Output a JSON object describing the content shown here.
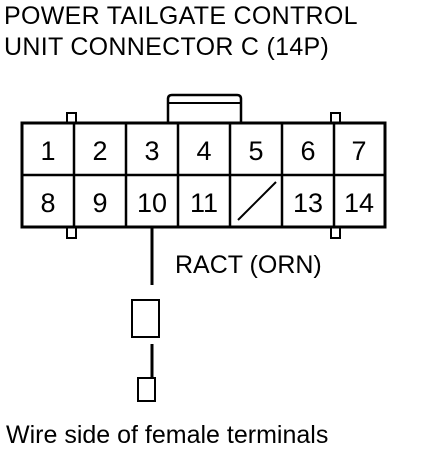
{
  "title": {
    "line1": "POWER TAILGATE CONTROL",
    "line2": "UNIT CONNECTOR C (14P)"
  },
  "connector": {
    "top_row": [
      "1",
      "2",
      "3",
      "4",
      "5",
      "6",
      "7"
    ],
    "bottom_row": [
      "8",
      "9",
      "10",
      "11",
      "",
      "13",
      "14"
    ],
    "empty_cavity_index": 4
  },
  "wire_label": "RACT (ORN)",
  "footer": "Wire side of female terminals",
  "colors": {
    "line": "#000000",
    "background": "#ffffff"
  }
}
